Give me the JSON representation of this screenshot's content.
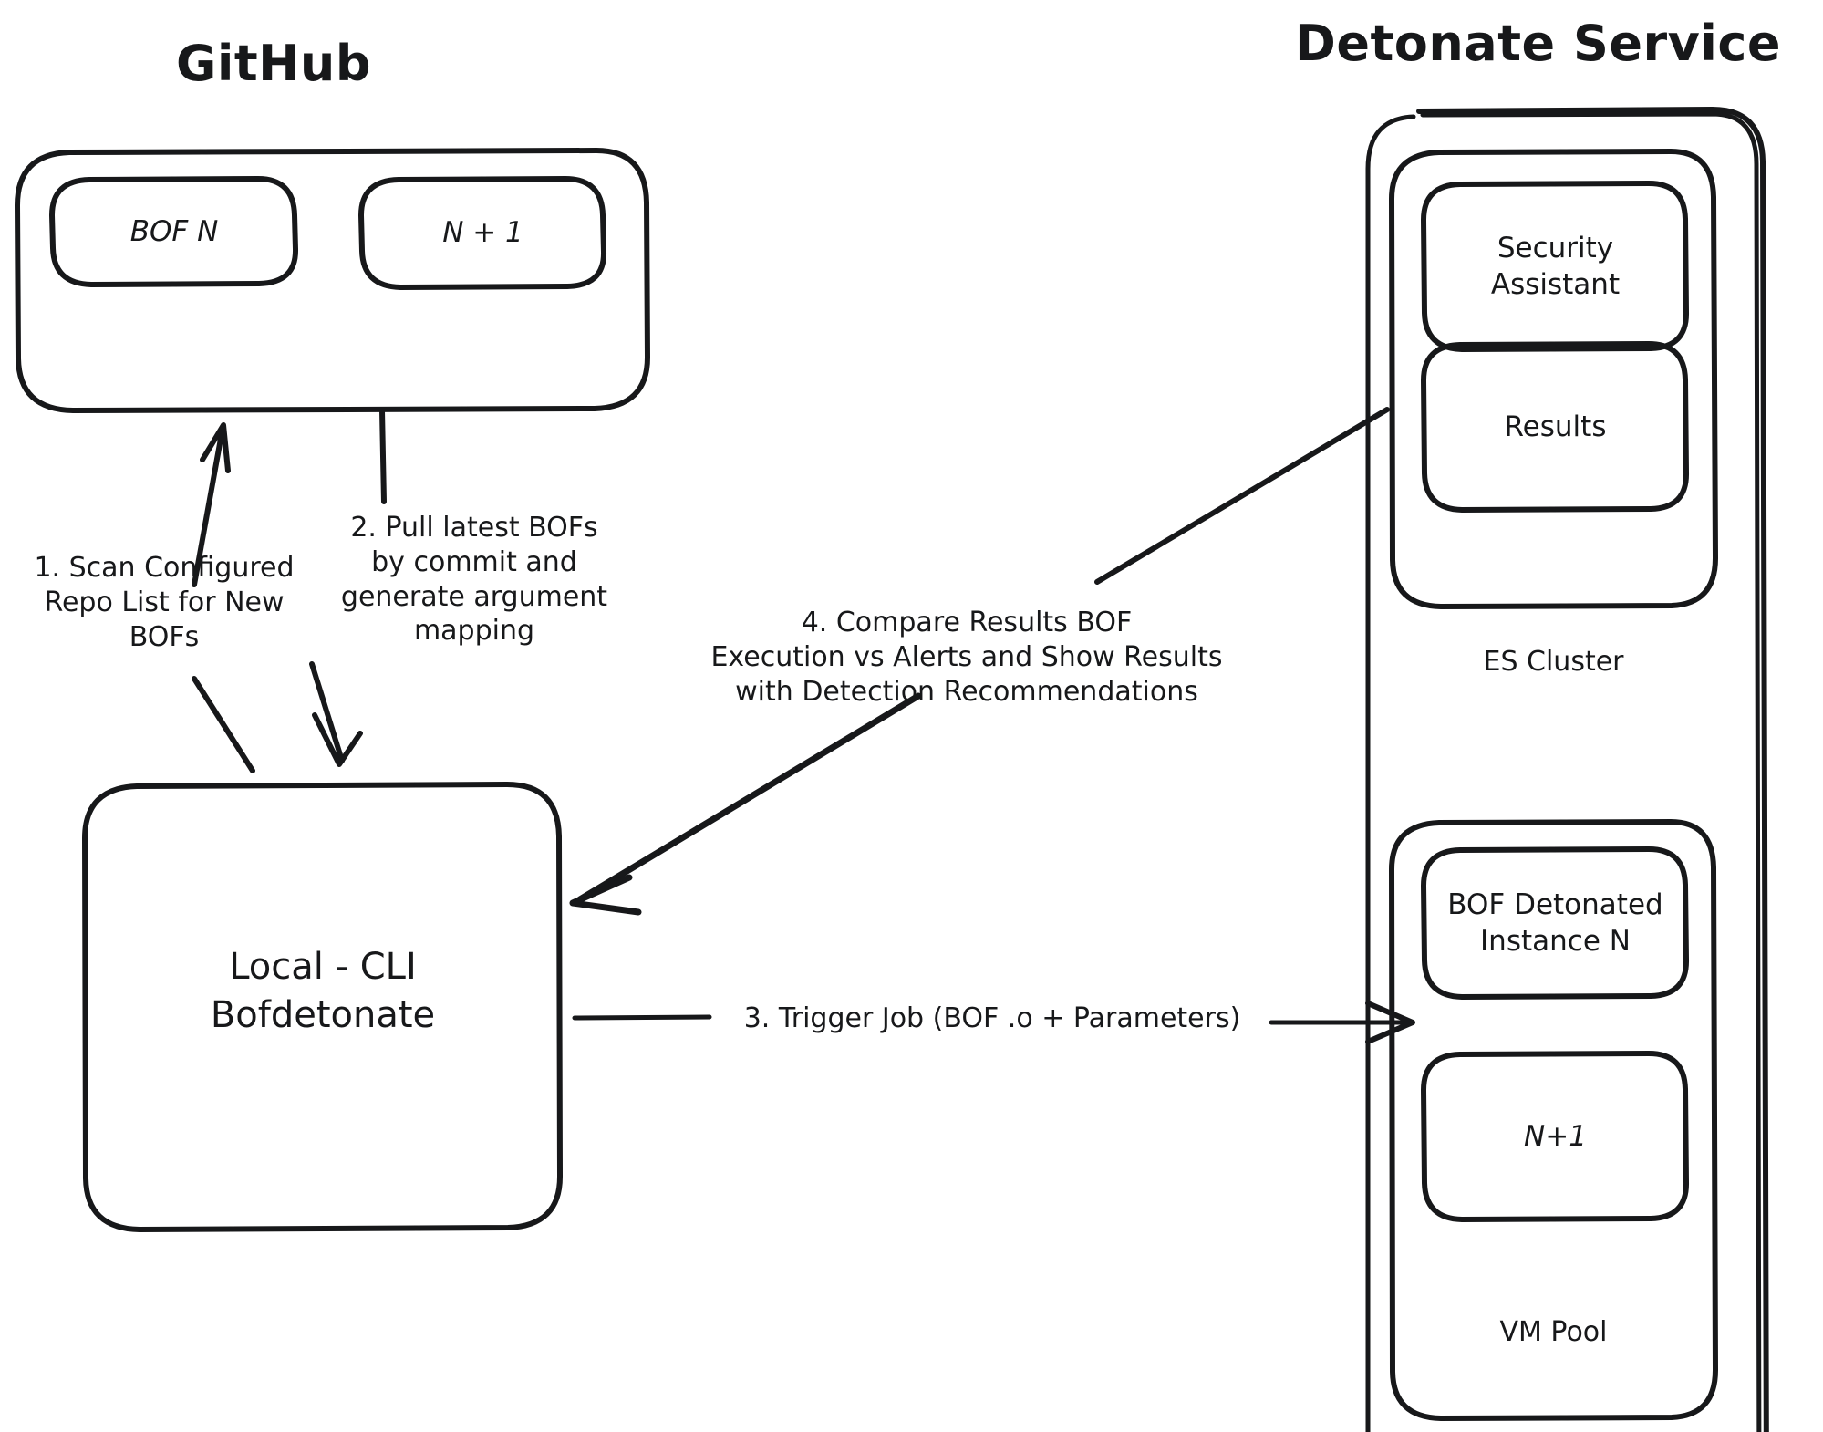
{
  "diagram": {
    "title_left": "GitHub",
    "title_right": "Detonate Service",
    "background_color": "#ffffff",
    "stroke_color": "#17181a"
  },
  "github": {
    "title": "GitHub",
    "boxes": [
      {
        "label": "BOF N"
      },
      {
        "label": "N + 1"
      }
    ]
  },
  "local_cli": {
    "line1": "Local - CLI",
    "line2": "Bofdetonate"
  },
  "detonate_service": {
    "title": "Detonate Service",
    "es_cluster": {
      "caption": "ES Cluster",
      "boxes": [
        {
          "label": "Security\nAssistant"
        },
        {
          "label": "Results"
        }
      ]
    },
    "vm_pool": {
      "caption": "VM Pool",
      "boxes": [
        {
          "label": "BOF Detonated\nInstance N"
        },
        {
          "label": "N+1"
        }
      ]
    }
  },
  "steps": [
    {
      "id": "step-1",
      "text": "1. Scan Configured\nRepo List for New\nBOFs"
    },
    {
      "id": "step-2",
      "text": "2. Pull latest BOFs\nby commit and\ngenerate argument\nmapping"
    },
    {
      "id": "step-3",
      "text": "3. Trigger Job (BOF .o +  Parameters)"
    },
    {
      "id": "step-4",
      "text": "4. Compare Results BOF\nExecution vs Alerts and Show Results\nwith Detection Recommendations"
    }
  ]
}
